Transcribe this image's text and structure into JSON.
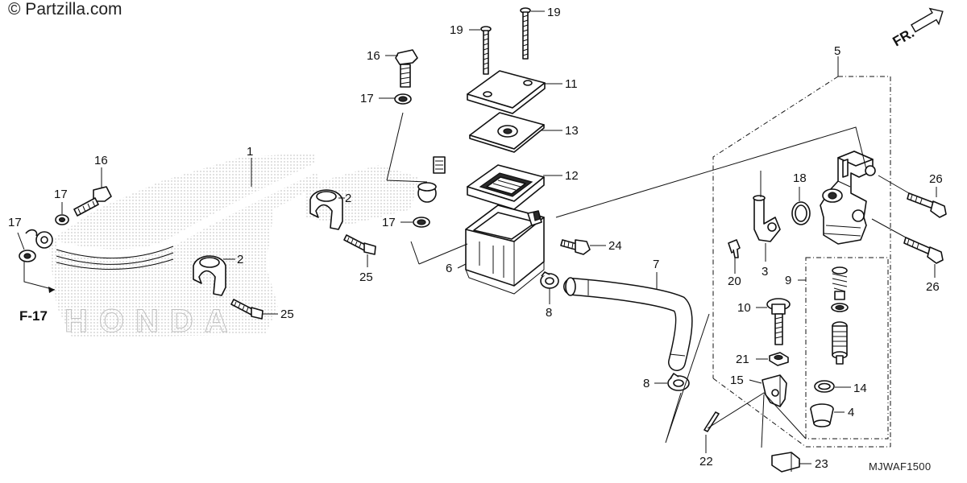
{
  "credit": "© Partzilla.com",
  "diagram_code": "MJWAF1500",
  "front_marker": "FR.",
  "ref_label": "F-17",
  "watermark": "HONDA",
  "callouts": [
    {
      "id": "c1",
      "text": "1"
    },
    {
      "id": "c2a",
      "text": "2"
    },
    {
      "id": "c2b",
      "text": "2"
    },
    {
      "id": "c3",
      "text": "3"
    },
    {
      "id": "c4",
      "text": "4"
    },
    {
      "id": "c5",
      "text": "5"
    },
    {
      "id": "c6",
      "text": "6"
    },
    {
      "id": "c7",
      "text": "7"
    },
    {
      "id": "c8a",
      "text": "8"
    },
    {
      "id": "c8b",
      "text": "8"
    },
    {
      "id": "c9",
      "text": "9"
    },
    {
      "id": "c10",
      "text": "10"
    },
    {
      "id": "c11",
      "text": "11"
    },
    {
      "id": "c12",
      "text": "12"
    },
    {
      "id": "c13",
      "text": "13"
    },
    {
      "id": "c14",
      "text": "14"
    },
    {
      "id": "c15",
      "text": "15"
    },
    {
      "id": "c16a",
      "text": "16"
    },
    {
      "id": "c16b",
      "text": "16"
    },
    {
      "id": "c17a",
      "text": "17"
    },
    {
      "id": "c17b",
      "text": "17"
    },
    {
      "id": "c17c",
      "text": "17"
    },
    {
      "id": "c17d",
      "text": "17"
    },
    {
      "id": "c18",
      "text": "18"
    },
    {
      "id": "c19a",
      "text": "19"
    },
    {
      "id": "c19b",
      "text": "19"
    },
    {
      "id": "c20",
      "text": "20"
    },
    {
      "id": "c21",
      "text": "21"
    },
    {
      "id": "c22",
      "text": "22"
    },
    {
      "id": "c23",
      "text": "23"
    },
    {
      "id": "c24",
      "text": "24"
    },
    {
      "id": "c25a",
      "text": "25"
    },
    {
      "id": "c25b",
      "text": "25"
    },
    {
      "id": "c26a",
      "text": "26"
    },
    {
      "id": "c26b",
      "text": "26"
    }
  ]
}
